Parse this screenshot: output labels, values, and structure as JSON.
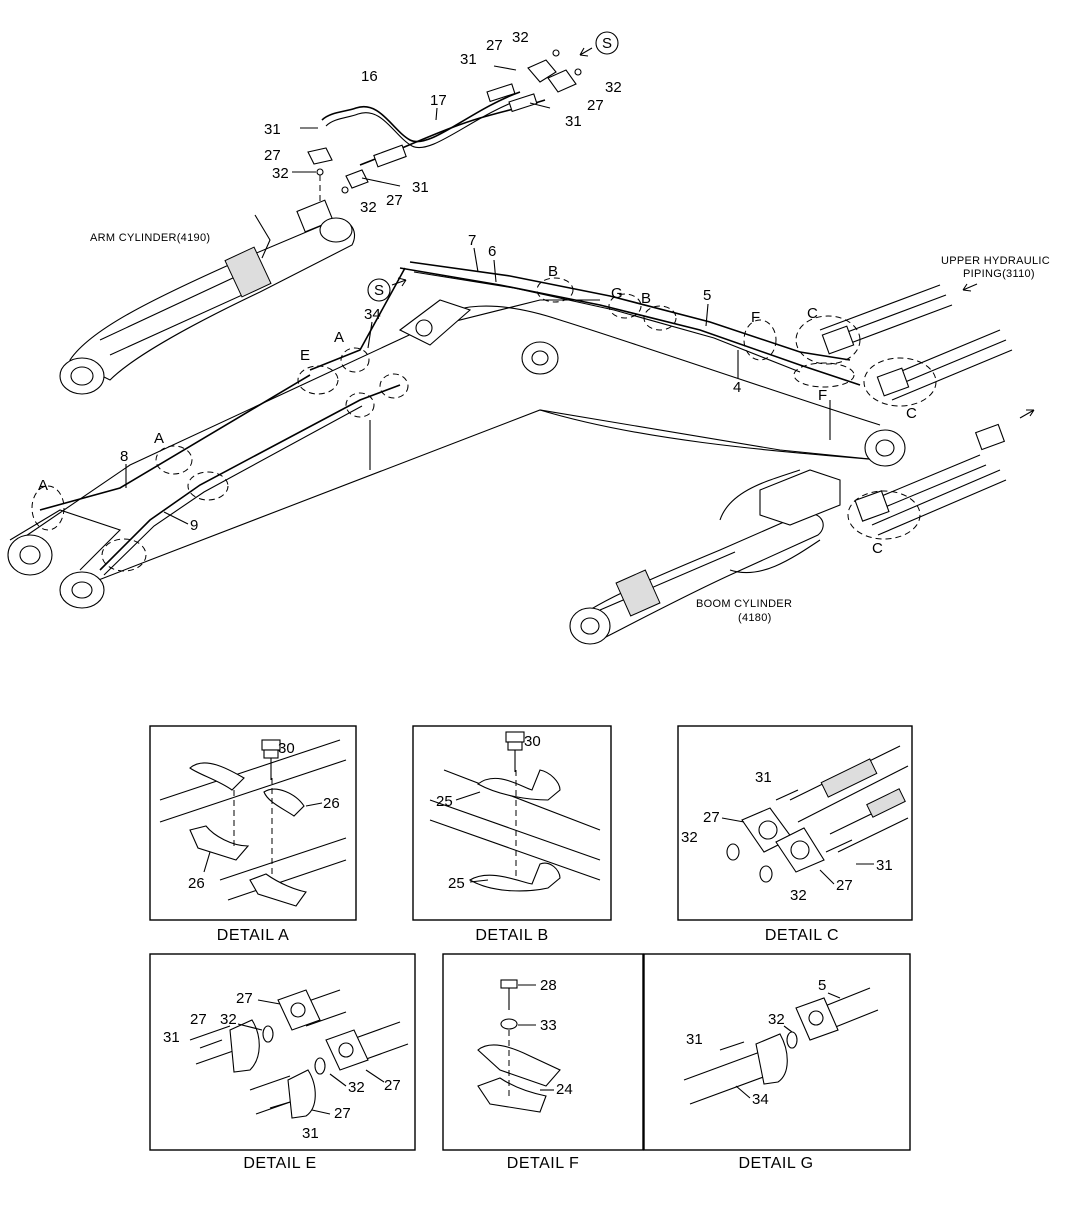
{
  "assemblies": {
    "arm_cylinder": "ARM CYLINDER(4190)",
    "boom_cylinder_line1": "BOOM CYLINDER",
    "boom_cylinder_line2": "(4180)",
    "upper_piping_line1": "UPPER HYDRAULIC",
    "upper_piping_line2": "PIPING(3110)",
    "section_marker": "S"
  },
  "callouts": {
    "p4": "4",
    "p5": "5",
    "p6": "6",
    "p7": "7",
    "p8": "8",
    "p9": "9",
    "p16": "16",
    "p17": "17",
    "p24": "24",
    "p25": "25",
    "p26": "26",
    "p27": "27",
    "p28": "28",
    "p30": "30",
    "p31": "31",
    "p32": "32",
    "p33": "33",
    "p34": "34"
  },
  "detail_letters": {
    "a": "A",
    "b": "B",
    "c": "C",
    "e": "E",
    "f": "F",
    "g": "G"
  },
  "details": {
    "a": "DETAIL  A",
    "b": "DETAIL  B",
    "c": "DETAIL  C",
    "e": "DETAIL  E",
    "f": "DETAIL  F",
    "g": "DETAIL  G"
  }
}
